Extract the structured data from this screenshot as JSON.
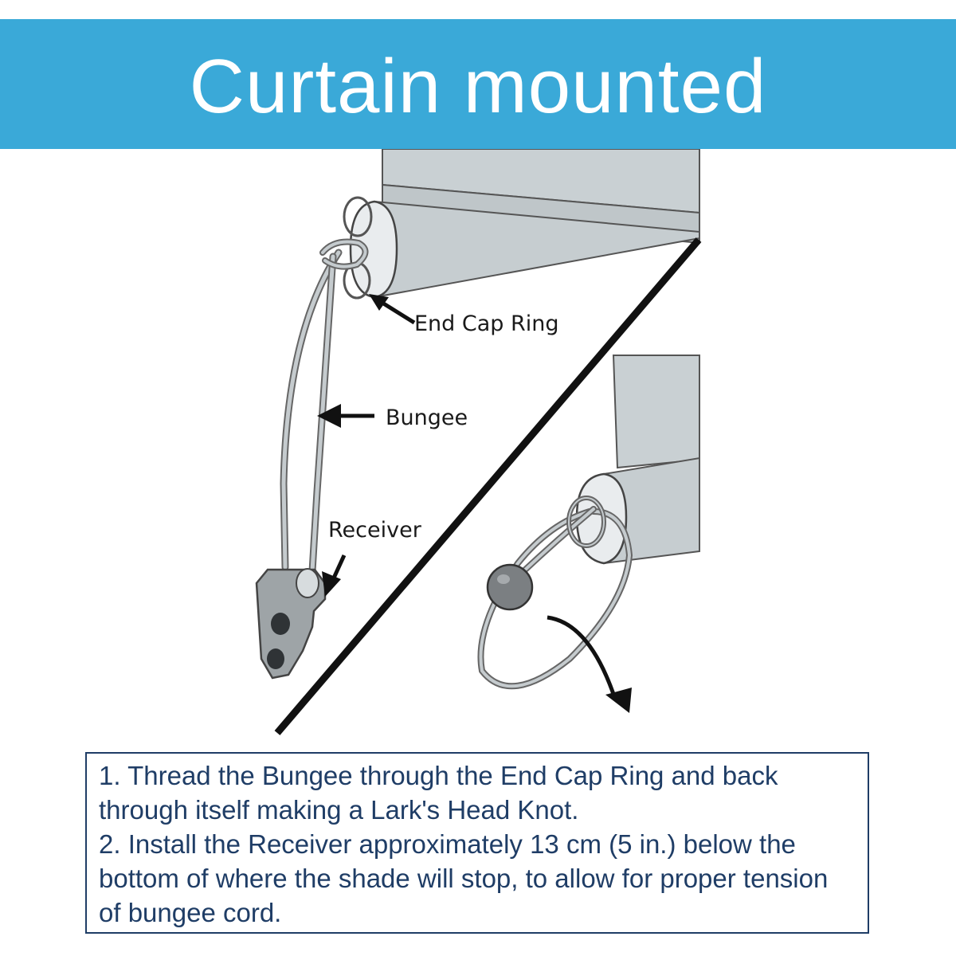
{
  "header": {
    "title": "Curtain mounted",
    "color": "#3aa9d8"
  },
  "labels": {
    "end_cap_ring": "End Cap Ring",
    "bungee": "Bungee",
    "receiver": "Receiver"
  },
  "instructions": [
    "1. Thread the Bungee through the End Cap Ring and back through itself making a Lark's Head Knot.",
    "2. Install the Receiver approximately 13 cm (5 in.) below the bottom of where the shade will stop, to allow for proper tension of bungee cord."
  ],
  "colors": {
    "text": "#1f3d66",
    "shade": "#c9d0d3",
    "cord": "#b9c0c3"
  }
}
